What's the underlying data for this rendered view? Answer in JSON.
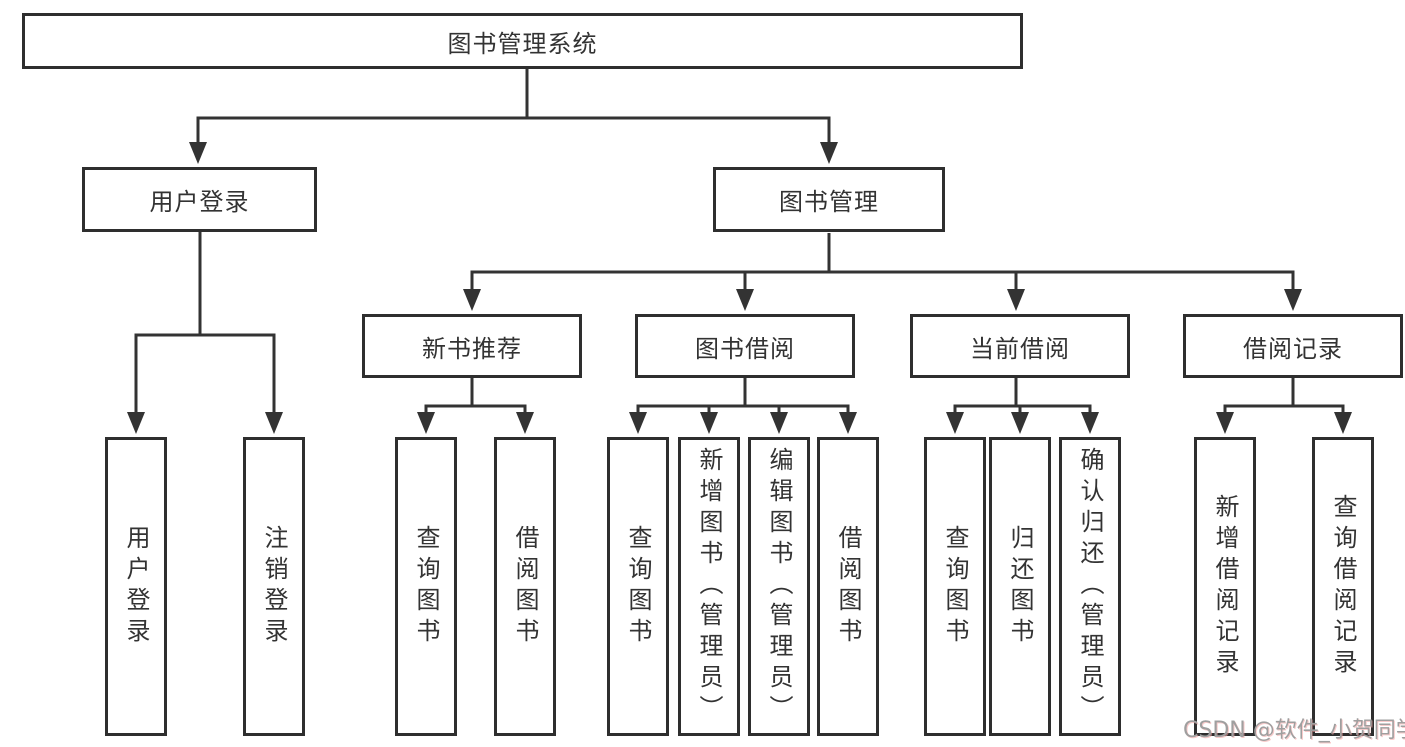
{
  "diagram": {
    "root": {
      "label": "图书管理系统"
    },
    "level2": [
      {
        "label": "用户登录"
      },
      {
        "label": "图书管理"
      }
    ],
    "level3": [
      {
        "label": "新书推荐"
      },
      {
        "label": "图书借阅"
      },
      {
        "label": "当前借阅"
      },
      {
        "label": "借阅记录"
      }
    ],
    "leaves": {
      "user_login": [
        {
          "label": "用户登录"
        },
        {
          "label": "注销登录"
        }
      ],
      "new_book": [
        {
          "label": "查询图书"
        },
        {
          "label": "借阅图书"
        }
      ],
      "book_borrow": [
        {
          "label": "查询图书"
        },
        {
          "label": "新增图书（管理员）"
        },
        {
          "label": "编辑图书（管理员）"
        },
        {
          "label": "借阅图书"
        }
      ],
      "current_borrow": [
        {
          "label": "查询图书"
        },
        {
          "label": "归还图书"
        },
        {
          "label": "确认归还（管理员）"
        }
      ],
      "borrow_record": [
        {
          "label": "新增借阅记录"
        },
        {
          "label": "查询借阅记录"
        }
      ]
    }
  },
  "watermark": {
    "text": "CSDN @软件_小贺同学"
  },
  "colors": {
    "line": "#333333",
    "border": "#2e2e2e",
    "text": "#333333",
    "background": "#ffffff",
    "watermark": "#9f9f9f"
  }
}
